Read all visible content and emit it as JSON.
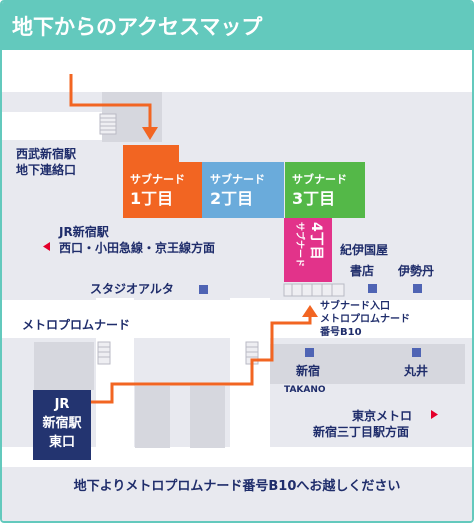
{
  "header": {
    "title": "地下からのアクセスマップ"
  },
  "colors": {
    "header_bg": "#63c9bd",
    "map_bg": "#e8e9ef",
    "road": "#ffffff",
    "block": "#d6d7de",
    "route": "#f26522",
    "label_navy": "#1f2d6b",
    "station_box": "#233470",
    "marker": "#4f64b4",
    "nd1": "#f26522",
    "nd2": "#6aabdb",
    "nd3": "#54b848",
    "nd4": "#e2338a"
  },
  "labels": {
    "seibu": [
      "西武新宿駅",
      "地下連絡口"
    ],
    "jr_direction": [
      "JR新宿駅",
      "西口・小田急線・京王線方面"
    ],
    "studio_alta": "スタジオアルタ",
    "kinokuniya": [
      "紀伊国屋",
      "書店"
    ],
    "isetan": "伊勢丹",
    "metro_promenade": "メトロプロムナード",
    "subnade_entrance": [
      "サブナード入口",
      "メトロプロムナード",
      "番号B10"
    ],
    "shinjuku_takano": [
      "新宿",
      "TAKANO"
    ],
    "marui": "丸井",
    "tokyo_metro": [
      "東京メトロ",
      "新宿三丁目駅方面"
    ],
    "jr_east_exit": [
      "JR",
      "新宿駅",
      "東口"
    ],
    "footer": "地下よりメトロプロムナード番号B10へお越しください"
  },
  "subnade": [
    {
      "name": "サブナード",
      "block": "1丁目"
    },
    {
      "name": "サブナード",
      "block": "2丁目"
    },
    {
      "name": "サブナード",
      "block": "3丁目"
    },
    {
      "name": "サブナード",
      "block": "4丁目"
    }
  ]
}
